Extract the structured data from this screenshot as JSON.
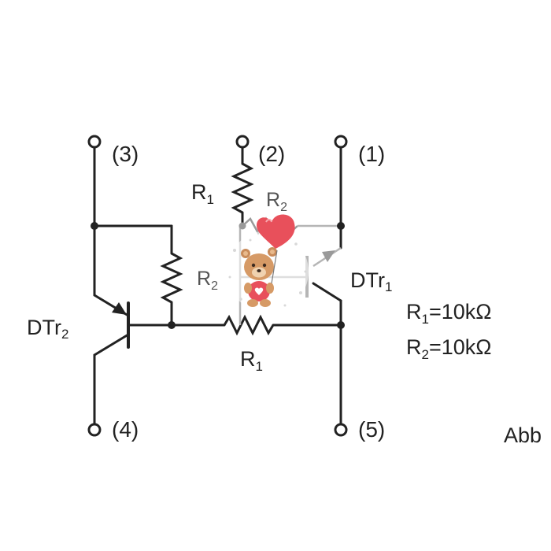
{
  "pins": {
    "p1": "(1)",
    "p2": "(2)",
    "p3": "(3)",
    "p4": "(4)",
    "p5": "(5)"
  },
  "components": {
    "dtr1": "DTr",
    "dtr1_sub": "1",
    "dtr2": "DTr",
    "dtr2_sub": "2",
    "r1_top": "R",
    "r1_top_sub": "1",
    "r2_top": "R",
    "r2_top_sub": "2",
    "r2_left": "R",
    "r2_left_sub": "2",
    "r1_bottom": "R",
    "r1_bottom_sub": "1"
  },
  "specs": [
    {
      "label": "R",
      "sub": "1",
      "value": "=10kΩ"
    },
    {
      "label": "R",
      "sub": "2",
      "value": "=10kΩ"
    }
  ],
  "cutoff_text": "Abb",
  "overlay": {
    "sticker": "teddy-bear-with-heart-sticker",
    "heart_color": "#e8505b"
  }
}
